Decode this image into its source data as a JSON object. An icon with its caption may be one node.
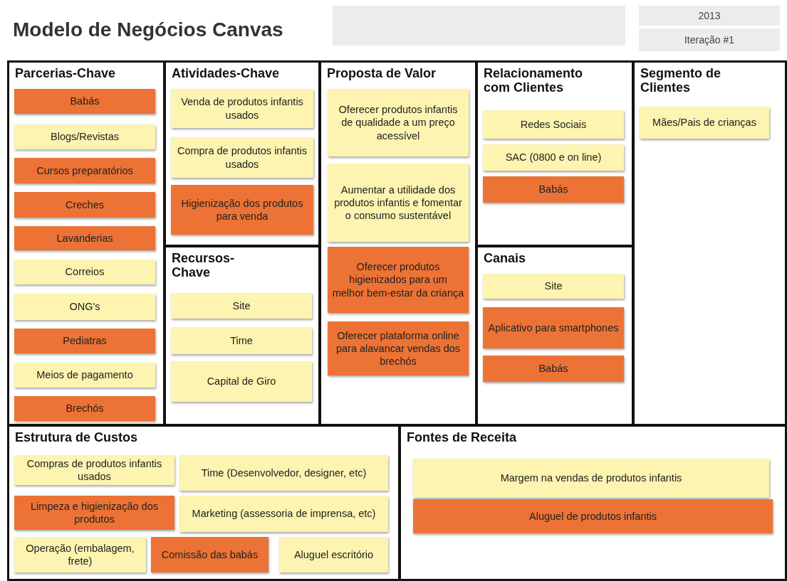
{
  "diagram": {
    "title": "Modelo de Negócios Canvas",
    "nodes": [
      {
        "text": [],
        "shape": "box"
      },
      {
        "text": [
          "2013"
        ]
      },
      {
        "text": [
          "Iteração #1"
        ]
      },
      {
        "text": [
          "Parcerias-Chave"
        ]
      },
      {
        "text": [
          "Babás"
        ],
        "in": 3
      },
      {
        "text": [
          "Blogs/Revistas"
        ],
        "in": 3
      },
      {
        "text": [
          "Cursos preparatórios"
        ],
        "in": 3
      },
      {
        "text": [
          "Creches"
        ],
        "in": 3
      },
      {
        "text": [
          "Lavanderias"
        ],
        "in": 3
      },
      {
        "text": [
          "Correios"
        ],
        "in": 3
      },
      {
        "text": [
          "ONG's"
        ],
        "in": 3
      },
      {
        "text": [
          "Pediatras"
        ],
        "in": 3
      },
      {
        "text": [
          "Meios de pagamento"
        ],
        "in": 3
      },
      {
        "text": [
          "Brechós"
        ],
        "in": 3
      },
      {
        "text": [
          "Atividades-Chave"
        ]
      },
      {
        "text": [
          "Venda de produtos infantis usados"
        ],
        "in": 14
      },
      {
        "text": [
          "Compra de produtos infantis usados"
        ],
        "in": 14
      },
      {
        "text": [
          "Higienização dos produtos para venda"
        ],
        "in": 14
      },
      {
        "text": [
          "Recursos-Chave"
        ]
      },
      {
        "text": [
          "Site"
        ],
        "in": 18
      },
      {
        "text": [
          "Time"
        ],
        "in": 18
      },
      {
        "text": [
          "Capital de Giro"
        ],
        "in": 18
      },
      {
        "text": [
          "Proposta de Valor"
        ]
      },
      {
        "text": [
          "Oferecer produtos infantis de qualidade a um preço acessível"
        ],
        "in": 22
      },
      {
        "text": [
          "Aumentar a utilidade dos produtos infantis e fomentar o consumo sustentável"
        ],
        "in": 22
      },
      {
        "text": [
          "Oferecer produtos higienizados para um melhor bem-estar da criança"
        ],
        "in": 22
      },
      {
        "text": [
          "Oferecer plataforma online para alavancar vendas dos brechós"
        ],
        "in": 22
      },
      {
        "text": [
          "Relacionamento com Clientes"
        ]
      },
      {
        "text": [
          "Redes Sociais"
        ],
        "in": 27
      },
      {
        "text": [
          "SAC (0800 e on line)"
        ],
        "in": 27
      },
      {
        "text": [
          "Babás"
        ],
        "in": 27
      },
      {
        "text": [
          "Canais"
        ]
      },
      {
        "text": [
          "Site"
        ],
        "in": 31
      },
      {
        "text": [
          "Aplicativo para smartphones"
        ],
        "in": 31
      },
      {
        "text": [
          "Babás"
        ],
        "in": 31
      },
      {
        "text": [
          "Segmento de Clientes"
        ]
      },
      {
        "text": [
          "Mães/Pais de crianças"
        ],
        "in": 35
      },
      {
        "text": [
          "Estrutura de Custos"
        ]
      },
      {
        "text": [
          "Compras de produtos infantis usados"
        ],
        "in": 37
      },
      {
        "text": [
          "Time (Desenvolvedor, designer, etc)"
        ],
        "in": 37
      },
      {
        "text": [
          "Limpeza e higienização dos produtos"
        ],
        "in": 37
      },
      {
        "text": [
          "Marketing (assessoria de imprensa, etc)"
        ],
        "in": 37
      },
      {
        "text": [
          "Operação (embalagem, frete)"
        ],
        "in": 37
      },
      {
        "text": [
          "Comissão das babás"
        ],
        "in": 37
      },
      {
        "text": [
          "Aluguel escritório"
        ],
        "in": 37
      },
      {
        "text": [
          "Fontes de Receita"
        ]
      },
      {
        "text": [
          "Margem na vendas de produtos infantis"
        ],
        "in": 45
      },
      {
        "text": [
          "Aluguel de produtos infantis"
        ],
        "in": 45
      }
    ]
  }
}
